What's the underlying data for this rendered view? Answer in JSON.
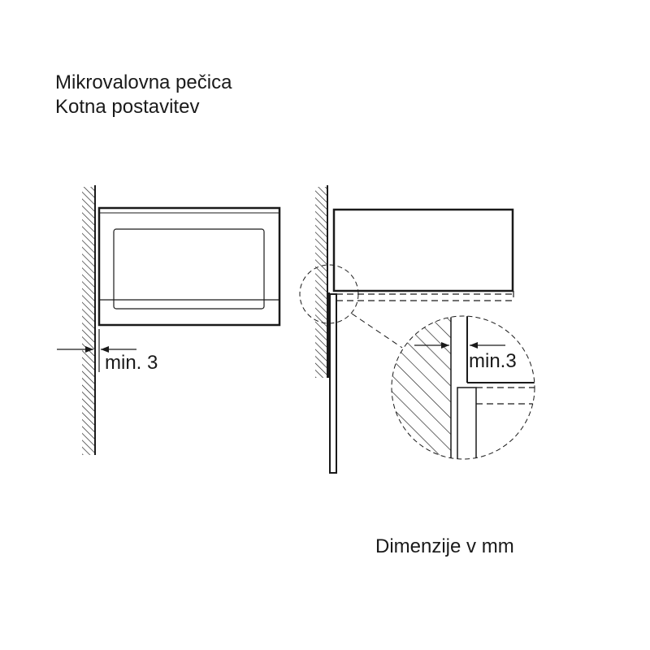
{
  "title": {
    "line1": "Mikrovalovna pečica",
    "line2": "Kotna postavitev"
  },
  "front_view": {
    "dimension_label": "min. 3"
  },
  "side_view": {
    "detail_dimension_label": "min.3"
  },
  "footer": {
    "units_note": "Dimenzije v mm"
  },
  "colors": {
    "line": "#1a1a1a",
    "background": "#ffffff"
  }
}
